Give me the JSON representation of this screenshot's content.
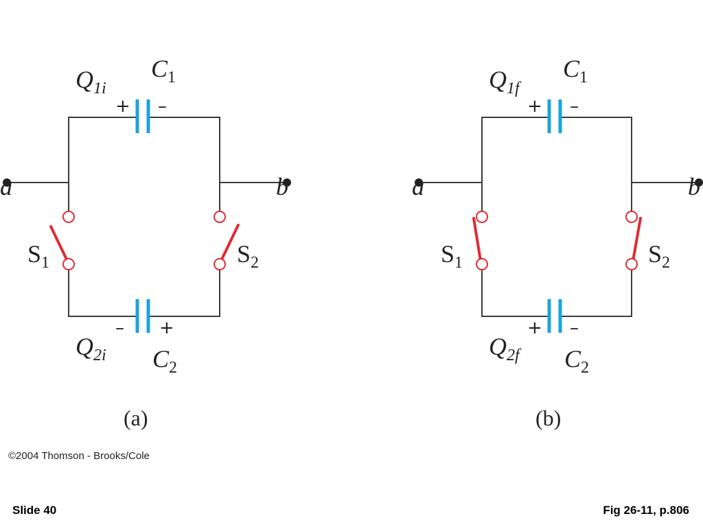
{
  "figure_a": {
    "caption": "(a)",
    "top_capacitor": {
      "charge_main": "Q",
      "charge_sub": "1i",
      "name_main": "C",
      "name_sub": "1",
      "plus": "+",
      "minus": "–"
    },
    "bottom_capacitor": {
      "charge_main": "Q",
      "charge_sub": "2i",
      "name_main": "C",
      "name_sub": "2",
      "plus": "+",
      "minus": "–"
    },
    "switch_left": {
      "main": "S",
      "sub": "1"
    },
    "switch_right": {
      "main": "S",
      "sub": "2"
    },
    "terminal_left": "a",
    "terminal_right": "b"
  },
  "figure_b": {
    "caption": "(b)",
    "top_capacitor": {
      "charge_main": "Q",
      "charge_sub": "1f",
      "name_main": "C",
      "name_sub": "1",
      "plus": "+",
      "minus": "–"
    },
    "bottom_capacitor": {
      "charge_main": "Q",
      "charge_sub": "2f",
      "name_main": "C",
      "name_sub": "2",
      "plus": "+",
      "minus": "–"
    },
    "switch_left": {
      "main": "S",
      "sub": "1"
    },
    "switch_right": {
      "main": "S",
      "sub": "2"
    },
    "terminal_left": "a",
    "terminal_right": "b"
  },
  "copyright": "©2004 Thomson - Brooks/Cole",
  "footer": {
    "slide": "Slide 40",
    "figure": "Fig 26-11, p.806"
  },
  "colors": {
    "capacitor": "#1aa3dd",
    "switch": "#e02b30",
    "wire": "#3a3a3a"
  }
}
